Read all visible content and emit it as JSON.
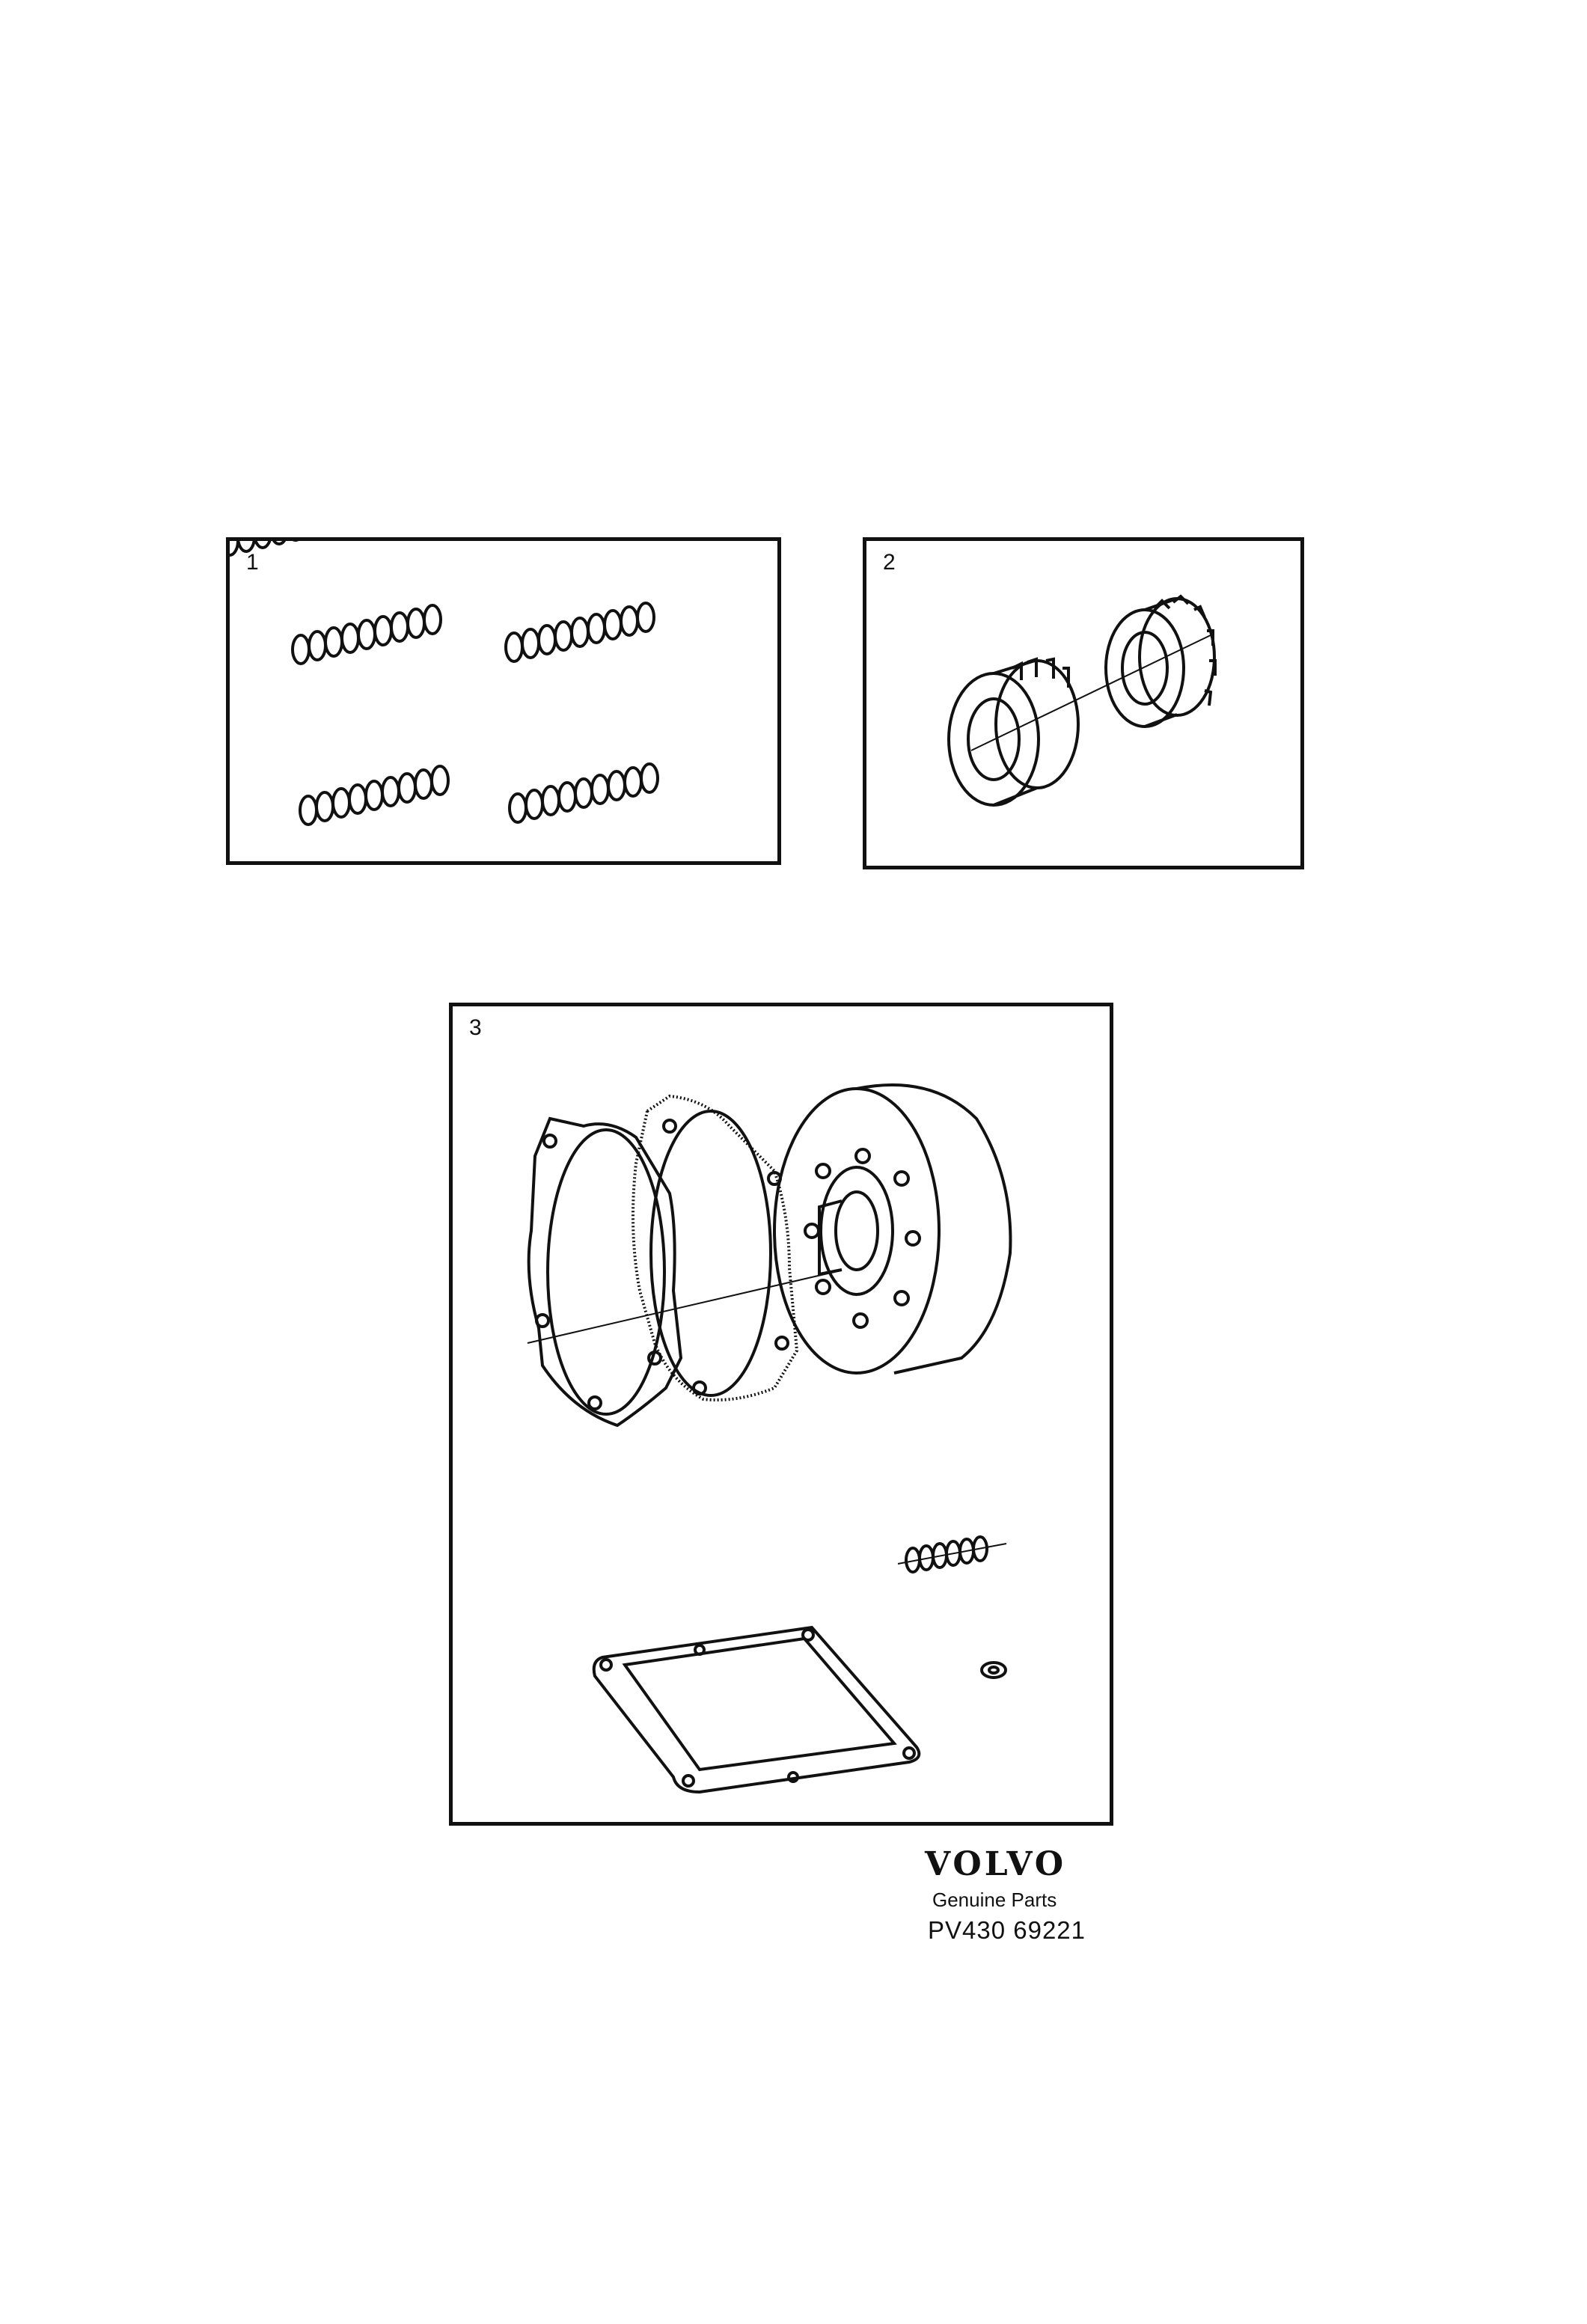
{
  "panels": [
    {
      "number": "1",
      "part_icon": "spring-set-icon"
    },
    {
      "number": "2",
      "part_icon": "roller-clutch-icon"
    },
    {
      "number": "3",
      "part_icon": "pump-gasket-kit-icon"
    }
  ],
  "brand": {
    "logo": "VOLVO",
    "subtitle": "Genuine Parts",
    "code": "PV430 69221"
  },
  "colors": {
    "ink": "#111111",
    "paper": "#ffffff"
  }
}
